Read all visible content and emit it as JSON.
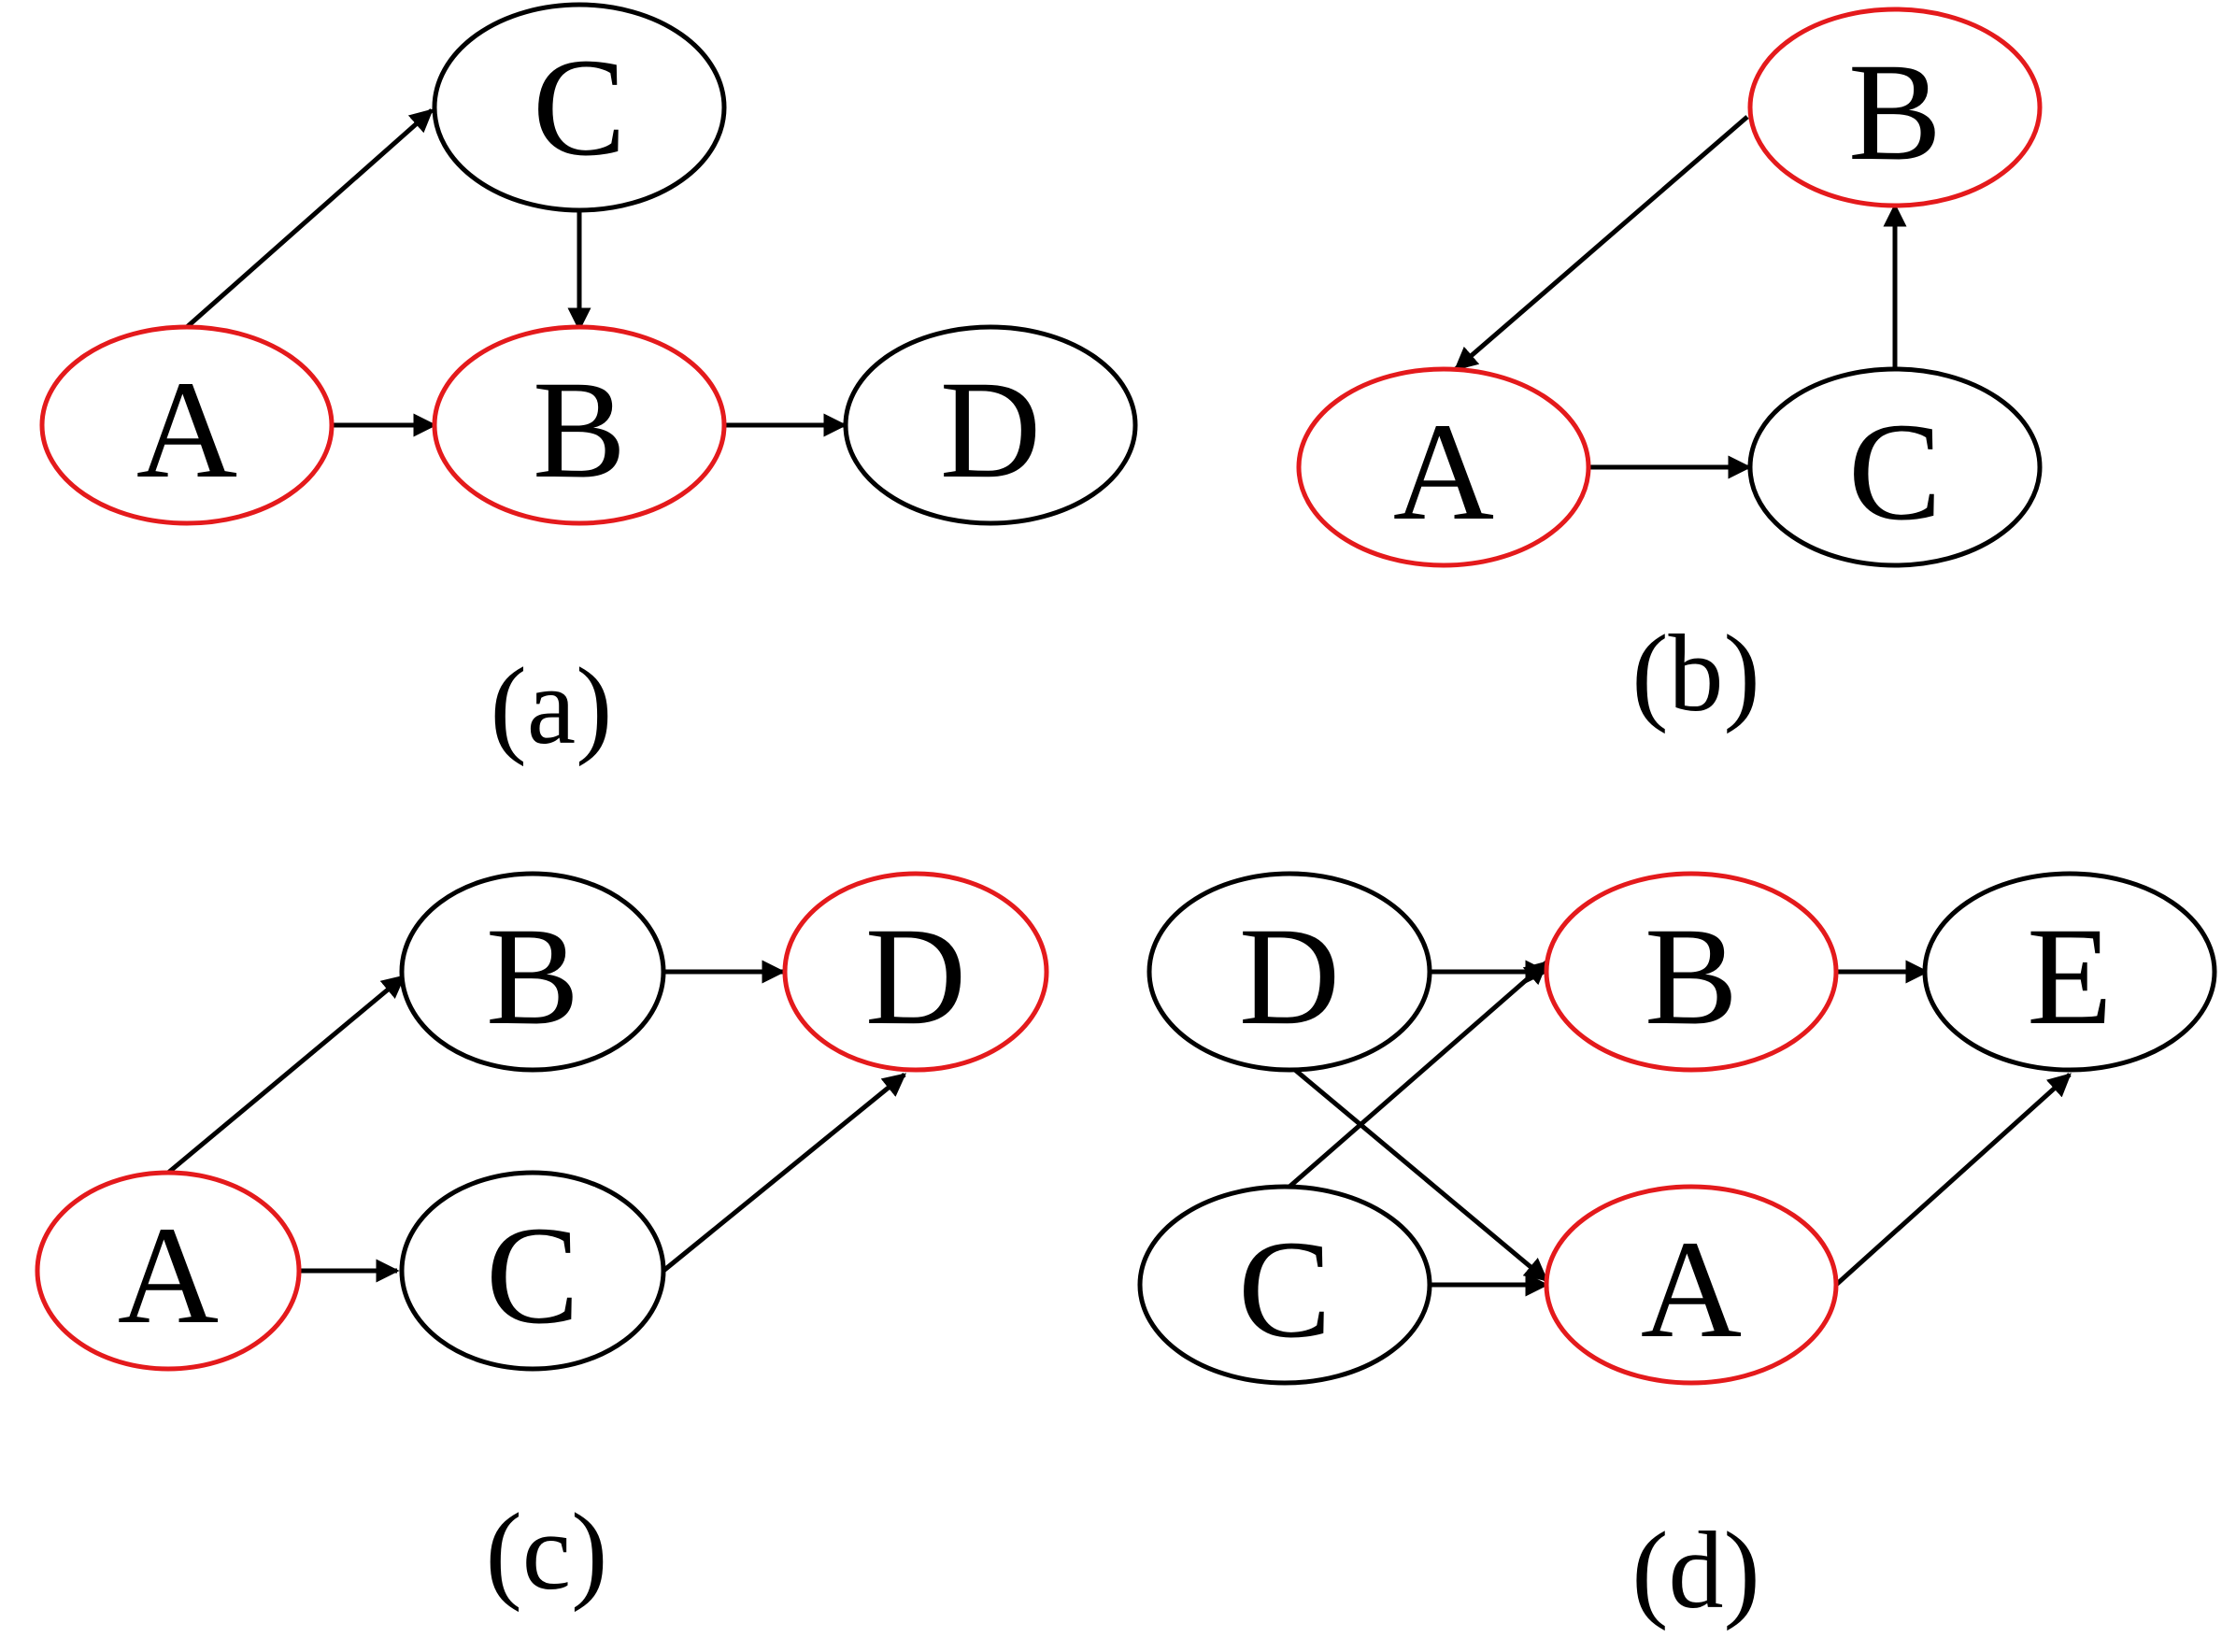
{
  "colors": {
    "highlight": "#e41a1c",
    "normal": "#000000",
    "edge": "#000000"
  },
  "panels": [
    {
      "id": "a",
      "caption": "(a)",
      "nodes": [
        {
          "id": "C",
          "label": "C",
          "highlighted": false
        },
        {
          "id": "A",
          "label": "A",
          "highlighted": true
        },
        {
          "id": "B",
          "label": "B",
          "highlighted": true
        },
        {
          "id": "D",
          "label": "D",
          "highlighted": false
        }
      ],
      "edges": [
        [
          "A",
          "C"
        ],
        [
          "C",
          "B"
        ],
        [
          "A",
          "B"
        ],
        [
          "B",
          "D"
        ]
      ]
    },
    {
      "id": "b",
      "caption": "(b)",
      "nodes": [
        {
          "id": "B",
          "label": "B",
          "highlighted": true
        },
        {
          "id": "A",
          "label": "A",
          "highlighted": true
        },
        {
          "id": "C",
          "label": "C",
          "highlighted": false
        }
      ],
      "edges": [
        [
          "B",
          "A"
        ],
        [
          "A",
          "C"
        ],
        [
          "C",
          "B"
        ]
      ]
    },
    {
      "id": "c",
      "caption": "(c)",
      "nodes": [
        {
          "id": "B",
          "label": "B",
          "highlighted": false
        },
        {
          "id": "D",
          "label": "D",
          "highlighted": true
        },
        {
          "id": "A",
          "label": "A",
          "highlighted": true
        },
        {
          "id": "C",
          "label": "C",
          "highlighted": false
        }
      ],
      "edges": [
        [
          "A",
          "B"
        ],
        [
          "B",
          "D"
        ],
        [
          "A",
          "C"
        ],
        [
          "C",
          "D"
        ]
      ]
    },
    {
      "id": "d",
      "caption": "(d)",
      "nodes": [
        {
          "id": "D",
          "label": "D",
          "highlighted": false
        },
        {
          "id": "B",
          "label": "B",
          "highlighted": true
        },
        {
          "id": "E",
          "label": "E",
          "highlighted": false
        },
        {
          "id": "C",
          "label": "C",
          "highlighted": false
        },
        {
          "id": "A",
          "label": "A",
          "highlighted": true
        }
      ],
      "edges": [
        [
          "D",
          "B"
        ],
        [
          "B",
          "E"
        ],
        [
          "D",
          "A"
        ],
        [
          "C",
          "B"
        ],
        [
          "C",
          "A"
        ],
        [
          "A",
          "E"
        ]
      ]
    }
  ]
}
